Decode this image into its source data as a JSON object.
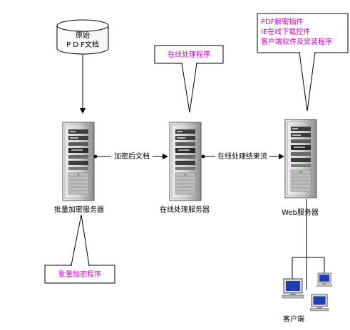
{
  "nodes": {
    "pdf_doc": {
      "line1": "原始",
      "line2": "P D F文档"
    },
    "batch_server": {
      "label": "批量加密服务器"
    },
    "online_server": {
      "label": "在线处理服务器"
    },
    "web_server": {
      "label": "Web服务器"
    },
    "client": {
      "label": "客户端"
    }
  },
  "edges": {
    "encrypted_doc": "加密后文档",
    "online_result": "在线处理结果流"
  },
  "callouts": {
    "batch_program": "批量加密程序",
    "online_program": "在线处理程序",
    "web_items": [
      "PDF解密插件",
      "IE在线下载控件",
      "客户端软件及安装程序"
    ]
  },
  "colors": {
    "callout_text": "#cc00cc",
    "server_body": "#d6d6d6",
    "server_dark": "#4a4a4a",
    "line": "#000000"
  }
}
